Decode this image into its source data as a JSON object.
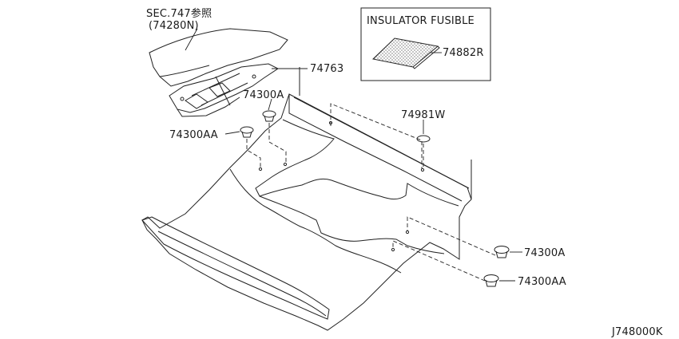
{
  "labels": {
    "sec_ref": "SEC.747参照",
    "sec_part": "(74280N)",
    "p74763": "74763",
    "p74300A_top": "74300A",
    "p74300AA_left": "74300AA",
    "p74981W": "74981W",
    "p74300A_right": "74300A",
    "p74300AA_right": "74300AA",
    "inset_title": "INSULATOR FUSIBLE",
    "p74882R": "74882R",
    "diagram_code": "J748000K"
  }
}
